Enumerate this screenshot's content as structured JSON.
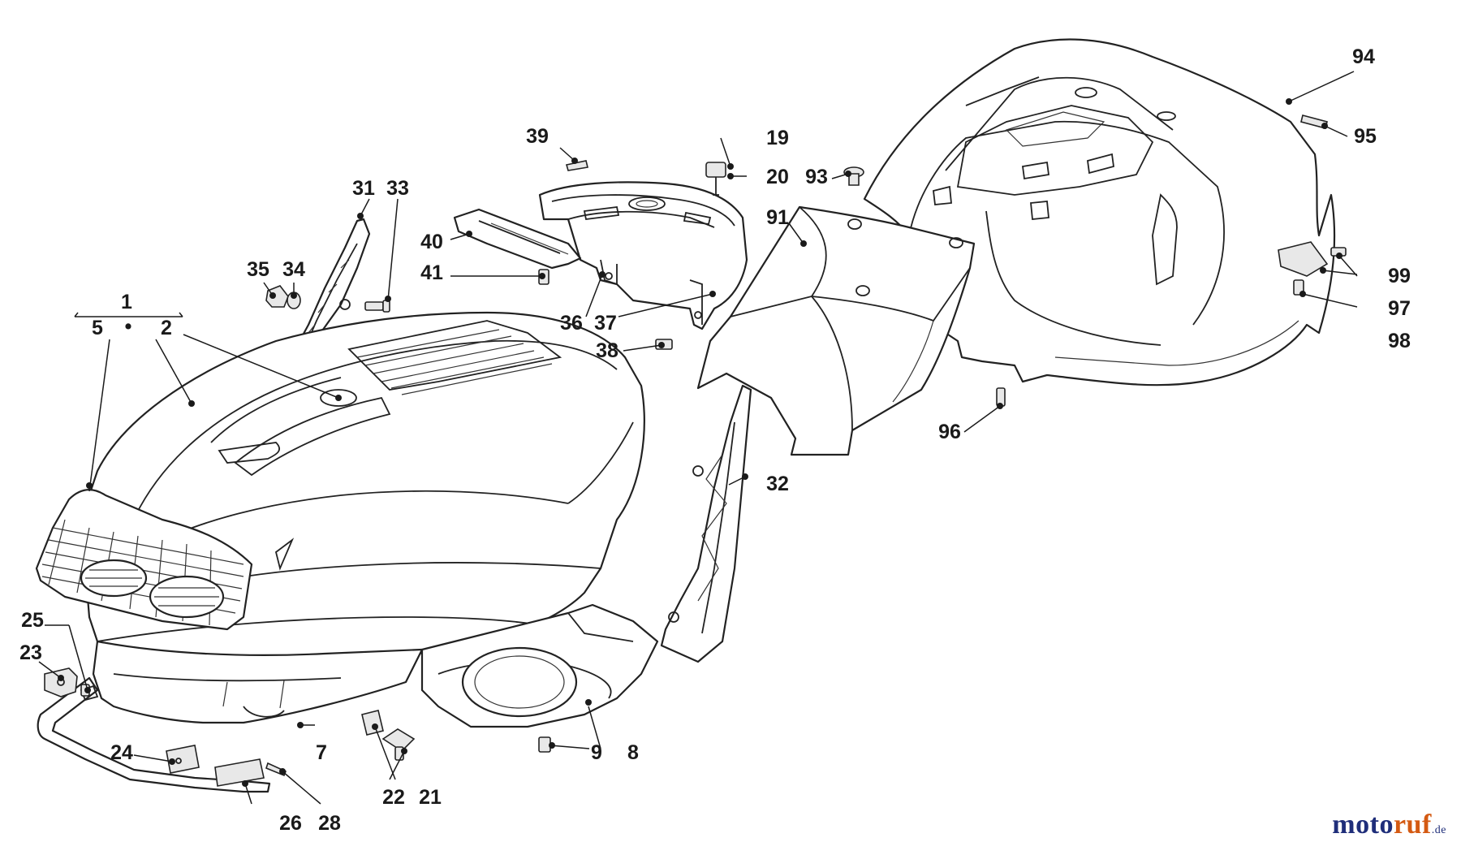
{
  "diagram": {
    "labels": {
      "l1": "1",
      "l2": "2",
      "l5": "5",
      "l7": "7",
      "l8": "8",
      "l9": "9",
      "l19": "19",
      "l20": "20",
      "l21": "21",
      "l22": "22",
      "l23": "23",
      "l24": "24",
      "l25": "25",
      "l26": "26",
      "l28": "28",
      "l31": "31",
      "l32": "32",
      "l33": "33",
      "l34": "34",
      "l35": "35",
      "l36": "36",
      "l37": "37",
      "l38": "38",
      "l39": "39",
      "l40": "40",
      "l41": "41",
      "l91": "91",
      "l93": "93",
      "l94": "94",
      "l95": "95",
      "l96": "96",
      "l97": "97",
      "l98": "98",
      "l99": "99"
    },
    "separator": "•"
  },
  "watermark": {
    "part1": "moto",
    "part2": "ruf",
    "part3": ".de"
  },
  "colors": {
    "brand_blue": "#1f2e7a",
    "brand_orange": "#d45a12"
  }
}
